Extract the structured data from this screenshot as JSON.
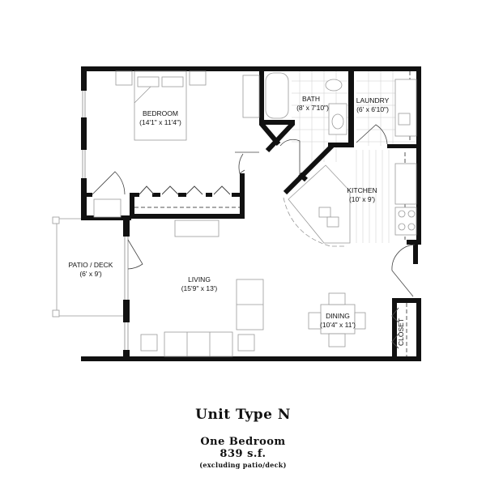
{
  "floorplan": {
    "rooms": [
      {
        "name": "BEDROOM",
        "dims": "(14'1\" x 11'4\")"
      },
      {
        "name": "BATH",
        "dims": "(8' x 7'10\")"
      },
      {
        "name": "LAUNDRY",
        "dims": "(6' x 6'10\")"
      },
      {
        "name": "KITCHEN",
        "dims": "(10' x 9')"
      },
      {
        "name": "PATIO / DECK",
        "dims": "(6' x 9')"
      },
      {
        "name": "LIVING",
        "dims": "(15'9\" x 13')"
      },
      {
        "name": "DINING",
        "dims": "(10'4\" x 11')"
      },
      {
        "name": "CLOSET",
        "dims": ""
      }
    ],
    "colors": {
      "wall": "#111111",
      "fixture": "#888888",
      "background": "#ffffff"
    }
  },
  "caption": {
    "unit_type": "Unit Type N",
    "bedrooms": "One Bedroom",
    "area": "839 s.f.",
    "note": "(excluding patio/deck)"
  }
}
